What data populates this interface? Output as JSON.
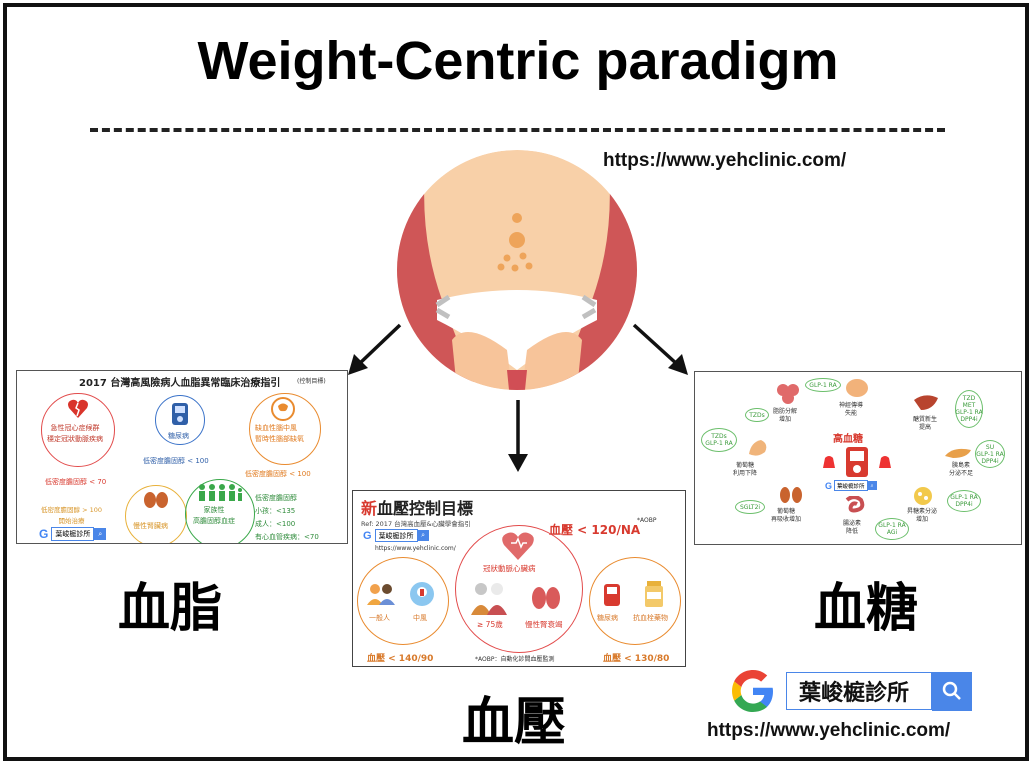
{
  "title": "Weight-Centric paradigm",
  "url_top": "https://www.yehclinic.com/",
  "url_bottom": "https://www.yehclinic.com/",
  "captions": {
    "lipid": "血脂",
    "glucose": "血糖",
    "bp": "血壓"
  },
  "search_brand": "葉峻榳診所",
  "lipid_panel": {
    "title": "2017 台灣高風險病人血脂異常臨床治療指引",
    "title_note": "(控制目標)",
    "items": {
      "acs": "急性冠心症候群\n穩定冠狀動脈疾病",
      "dm": "糖尿病",
      "stroke": "缺血性腦中風\n暫時性腦部缺氧",
      "ckd": "慢性腎臟病",
      "fh": "家族性\n高膽固醇血症"
    },
    "targets": {
      "acs": "低密度膽固醇 < 70",
      "dm": "低密度膽固醇 < 100",
      "stroke": "低密度膽固醇 < 100",
      "ckd": "低密度膽固醇 > 100\n開始治療",
      "fh_title": "低密度膽固醇",
      "fh_child": "小孩：<135",
      "fh_adult": "成人：<100",
      "fh_cvd": "有心血管疾病：<70"
    }
  },
  "bp_panel": {
    "title_new": "新",
    "title_rest": "血壓控制目標",
    "ref": "Ref: 2017 台灣高血壓&心臟學會指引",
    "url": "https://www.yehclinic.com/",
    "main_target": "血壓 < 120/NA",
    "main_note": "*AOBP",
    "labels": {
      "general": "一般人",
      "stroke": "中風",
      "cad": "冠狀動脈心臟病",
      "age": "≥ 75歲",
      "ckd": "慢性腎衰竭",
      "dm": "糖尿病",
      "anticoag": "抗血栓藥物"
    },
    "left_target": "血壓 < 140/90",
    "right_target": "血壓 < 130/80",
    "footnote": "*AOBP：自動化診間血壓監測"
  },
  "glucose_panel": {
    "center": "高血糖",
    "items": {
      "neuro": "神經傳導\n失能",
      "liver": "醣質新生\n提高",
      "pancreas": "胰島素\n分泌不足",
      "glucagon": "昇糖素分泌\n增加",
      "gut": "腸泌素\n降低",
      "kidney": "葡萄糖\n再吸收增加",
      "muscle": "葡萄糖\n利用下降",
      "fat": "脂肪分解\n增加"
    },
    "drugs": {
      "neuro": "GLP-1 RA",
      "liver": "TZD\nMET\nGLP-1 RA\nDPP4i",
      "pancreas": "SU\nGLP-1 RA\nDPP4i",
      "glucagon": "GLP-1 RA\nDPP4i",
      "gut": "GLP-1 RA\nAGi",
      "kidney": "SGLT2i",
      "muscle": "TZDs\nGLP-1 RA",
      "fat": "TZDs"
    }
  },
  "colors": {
    "arrow": "#111111",
    "skin": "#f5c89a",
    "red_band": "#d2585a",
    "orange": "#e98b2f",
    "green": "#3aa84a",
    "red": "#d83a2f",
    "blue": "#4a86e8"
  }
}
